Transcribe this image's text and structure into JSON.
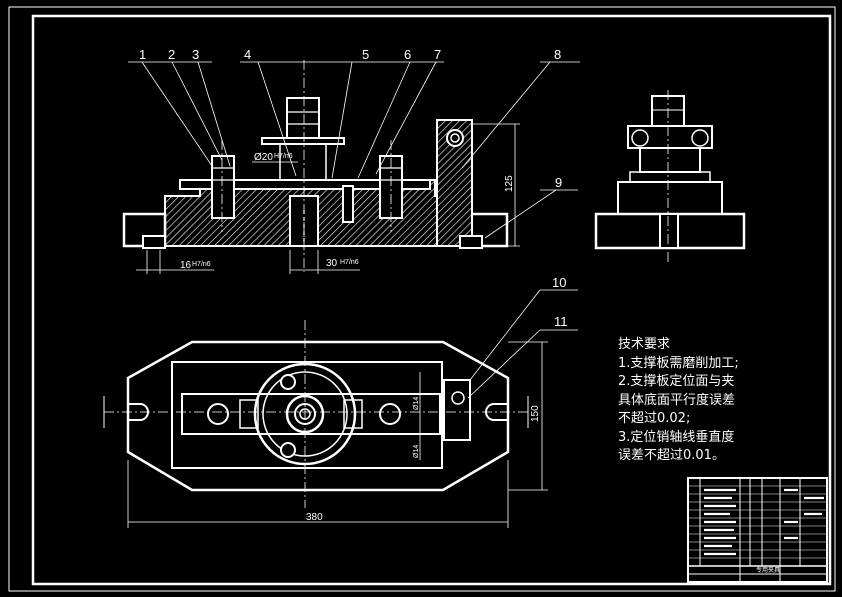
{
  "balloons": [
    "1",
    "2",
    "3",
    "4",
    "5",
    "6",
    "7",
    "8",
    "9",
    "10",
    "11"
  ],
  "dimensions": {
    "bore": "Ø20",
    "bore_fit": "H7/n6",
    "left_pin": "16",
    "left_fit": "H7/n6",
    "center_pin": "30",
    "center_fit": "H7/n6",
    "height": "125",
    "width": "380",
    "depth": "150",
    "slot_a": "Ø14",
    "slot_b": "Ø14"
  },
  "technical_requirements": {
    "title": "技术要求",
    "items": [
      "1.支撑板需磨削加工;",
      "2.支撑板定位面与夹",
      "具体底面平行度误差",
      "不超过0.02;",
      "3.定位销轴线垂直度",
      "误差不超过0.01。"
    ]
  },
  "title_block": {
    "label": "专用夹具"
  },
  "colors": {
    "background": "#000000",
    "line": "#ffffff"
  }
}
